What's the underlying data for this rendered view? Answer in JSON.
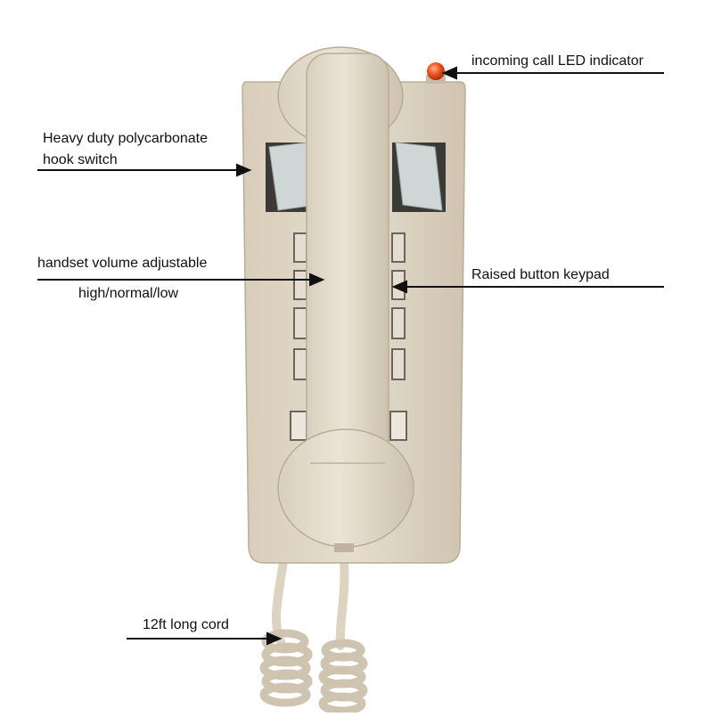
{
  "callouts": {
    "led": "incoming call LED indicator",
    "hook_line1": "Heavy duty polycarbonate",
    "hook_line2": "hook switch",
    "volume_line1": "handset volume adjustable",
    "volume_line2": "high/normal/low",
    "keypad": "Raised button keypad",
    "cord": "12ft long cord"
  },
  "colors": {
    "phone_body": "#ded4c3",
    "phone_shadow": "#c9bda9",
    "led": "#e8521e",
    "background": "#ffffff",
    "text": "#111111"
  }
}
